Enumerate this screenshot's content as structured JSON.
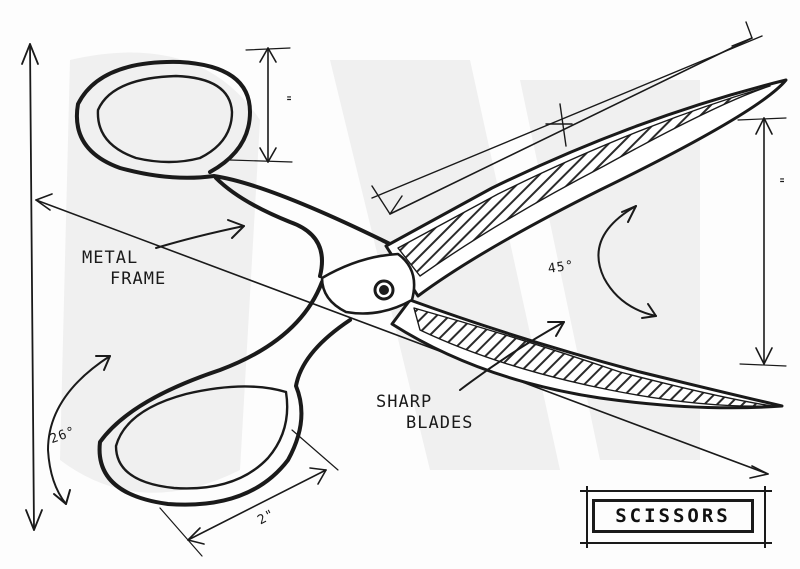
{
  "labels": {
    "metal_frame_line1": "METAL",
    "metal_frame_line2": "FRAME",
    "sharp_blades_line1": "SHARP",
    "sharp_blades_line2": "BLADES"
  },
  "dimensions": {
    "blade_angle": "45°",
    "handle_angle": "26°",
    "handle_width": "2\"",
    "ring_height_mark": "\"",
    "blade_height_mark": "\""
  },
  "title": "SCISSORS",
  "colors": {
    "ink": "#1a1a1a",
    "blade_hatch": "#2b2b2b",
    "paper": "#fdfdfd"
  }
}
